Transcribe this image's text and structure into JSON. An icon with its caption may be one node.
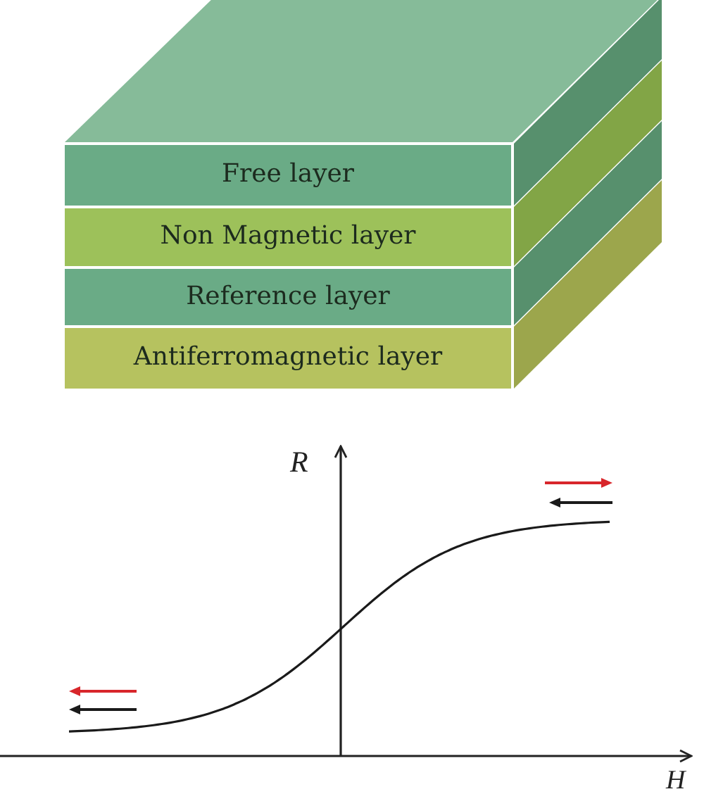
{
  "diagram": {
    "nodes": [
      {
        "text": [
          "Free layer"
        ]
      },
      {
        "text": [
          "Non Magnetic layer"
        ]
      },
      {
        "text": [
          "Reference layer"
        ]
      },
      {
        "text": [
          "Antiferromagnetic layer"
        ]
      }
    ],
    "labels": [
      "R",
      "H"
    ]
  }
}
